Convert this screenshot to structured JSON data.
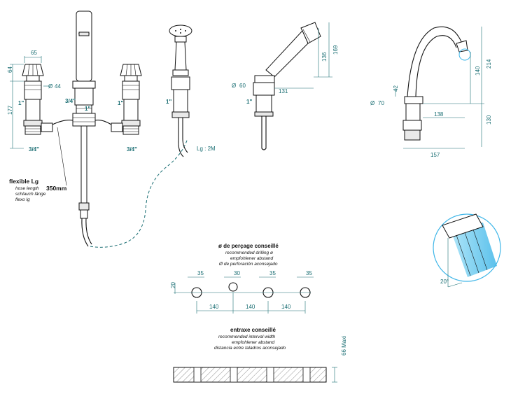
{
  "colors": {
    "dimension": "#1a6e73",
    "outline": "#111111",
    "water": "#5cc6ee"
  },
  "mixer": {
    "dims": [
      "65",
      "64",
      "177",
      "44",
      "3/4\"",
      "1\"",
      "1\"",
      "3/4\"",
      "3/4\"",
      "1\""
    ],
    "hose_label": "flexible Lg",
    "hose_sub": [
      "hose length",
      "schlauch länge",
      "flexo lg"
    ],
    "hose_length": "350mm"
  },
  "handshower": {
    "dims": [
      "1\"",
      "Lg : 2M"
    ]
  },
  "handshower_side": {
    "dims": [
      "60",
      "131",
      "136",
      "169",
      "1\""
    ]
  },
  "spout": {
    "dims": [
      "214",
      "140",
      "42",
      "70",
      "138",
      "130",
      "157"
    ]
  },
  "spray_angle": "20°",
  "drilling": {
    "title": "ø de perçage conseillé",
    "subtitles": [
      "recommended drilling ø",
      "empfohlener abstand",
      "Ø de perforación aconsejado"
    ],
    "holes": [
      "35",
      "30",
      "35",
      "35"
    ],
    "offset": "20",
    "spacing": [
      "140",
      "140",
      "140"
    ]
  },
  "interval": {
    "title": "entraxe conseillé",
    "subtitles": [
      "recommended interval width",
      "empfohlener abstand",
      "distancia entre taladros aconsejado"
    ],
    "max": "66 Maxi"
  }
}
